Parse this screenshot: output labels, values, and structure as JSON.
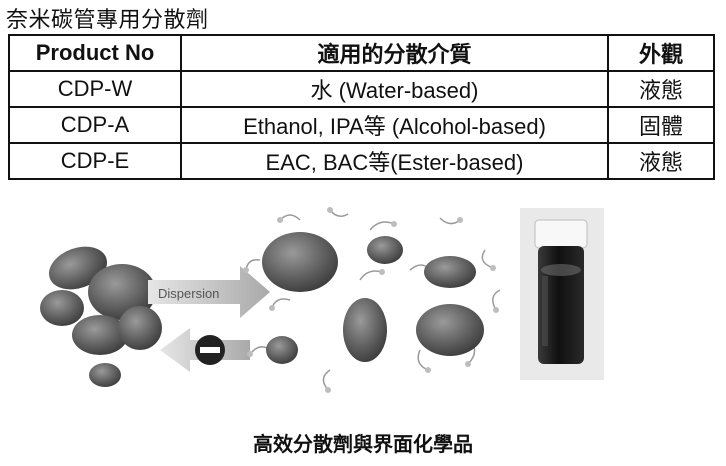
{
  "header": {
    "title": "奈米碳管專用分散劑"
  },
  "table": {
    "columns": [
      "Product No",
      "適用的分散介質",
      "外觀"
    ],
    "rows": [
      [
        "CDP-W",
        "水 (Water-based)",
        "液態"
      ],
      [
        "CDP-A",
        "Ethanol, IPA等 (Alcohol-based)",
        "固體"
      ],
      [
        "CDP-E",
        "EAC, BAC等(Ester-based)",
        "液態"
      ]
    ]
  },
  "figure": {
    "dispersion_label": "Dispersion",
    "arrow_icon": "arrow-right-icon",
    "minus_icon": "minus-icon",
    "vial_icon": "vial-icon"
  },
  "caption": "高效分散劑與界面化學品",
  "colors": {
    "particle": "#5f5f5f",
    "arrow": "#c9c9c9",
    "liquid": "#1a1a1a"
  }
}
